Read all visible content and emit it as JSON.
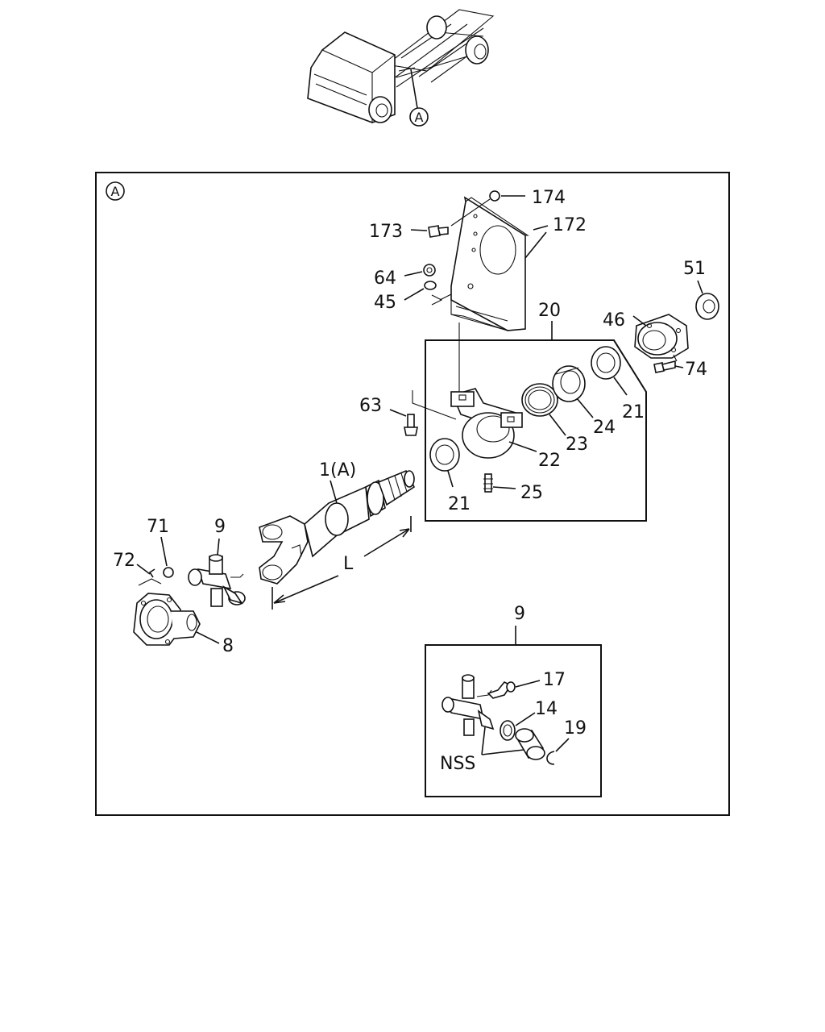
{
  "callout_letter": "A",
  "labels": {
    "p174": "174",
    "p173": "173",
    "p172": "172",
    "p64": "64",
    "p45": "45",
    "p20": "20",
    "p51": "51",
    "p46": "46",
    "p74": "74",
    "p21a": "21",
    "p24": "24",
    "p23": "23",
    "p22": "22",
    "p63": "63",
    "p1a": "1(A)",
    "p25": "25",
    "p21b": "21",
    "p71": "71",
    "p9a": "9",
    "p72": "72",
    "p8": "8",
    "dimL": "L",
    "p9b": "9",
    "p17": "17",
    "p14": "14",
    "p19": "19",
    "nss": "NSS"
  }
}
